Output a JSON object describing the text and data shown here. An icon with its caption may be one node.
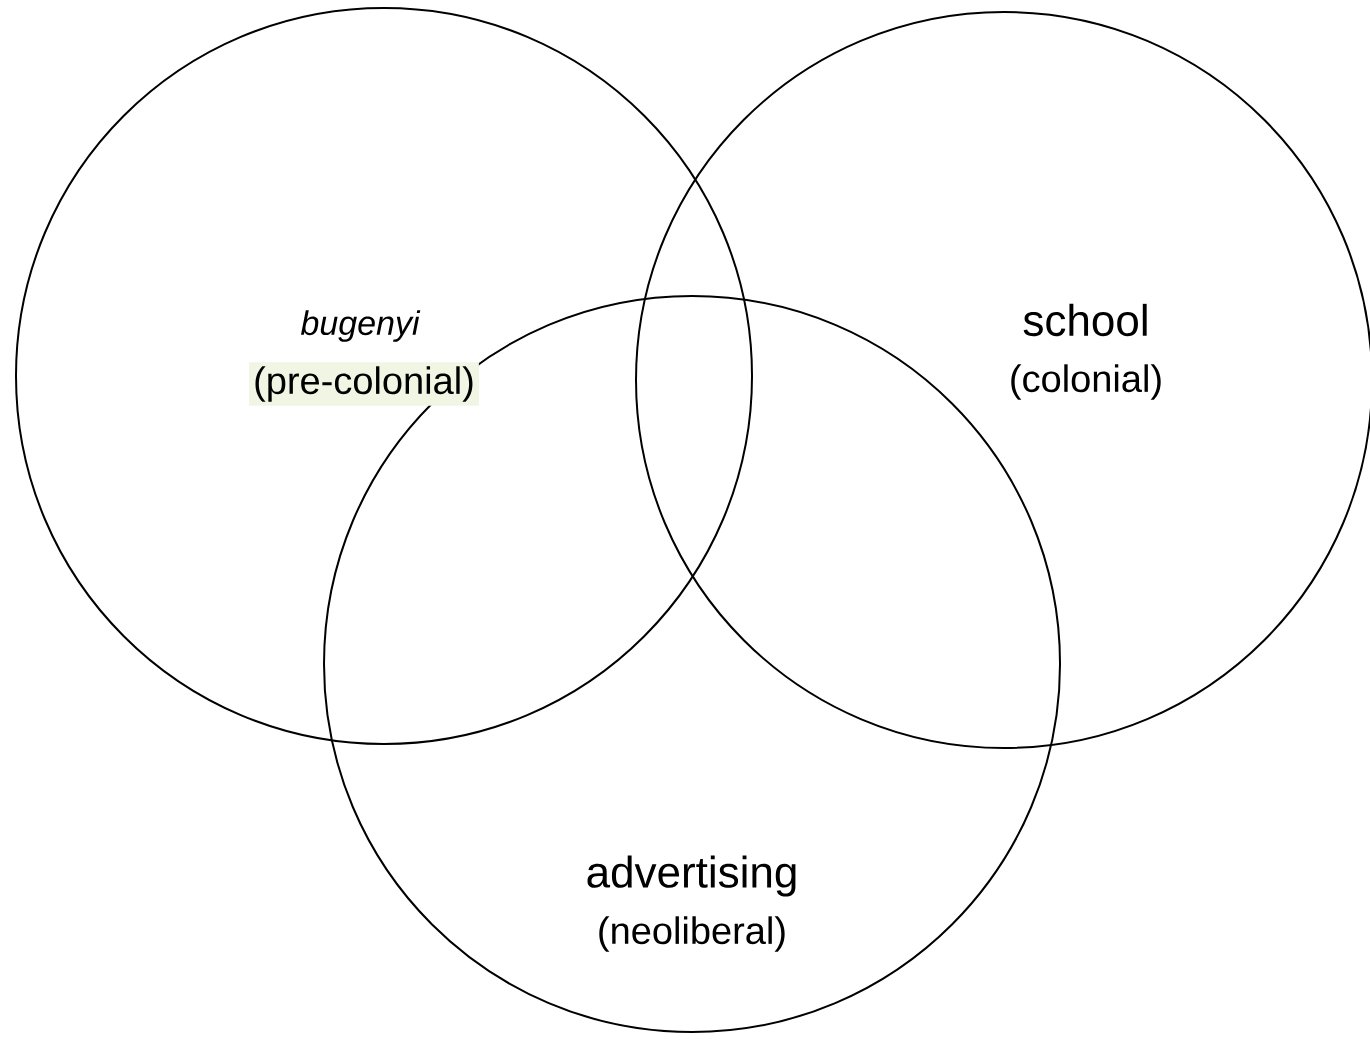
{
  "diagram": {
    "nodes": [
      {
        "text": [
          "bugenyi",
          "(pre-colonial)"
        ]
      },
      {
        "text": [
          "school",
          "(colonial)"
        ]
      },
      {
        "text": [
          "advertising",
          "(neoliberal)"
        ]
      }
    ]
  }
}
